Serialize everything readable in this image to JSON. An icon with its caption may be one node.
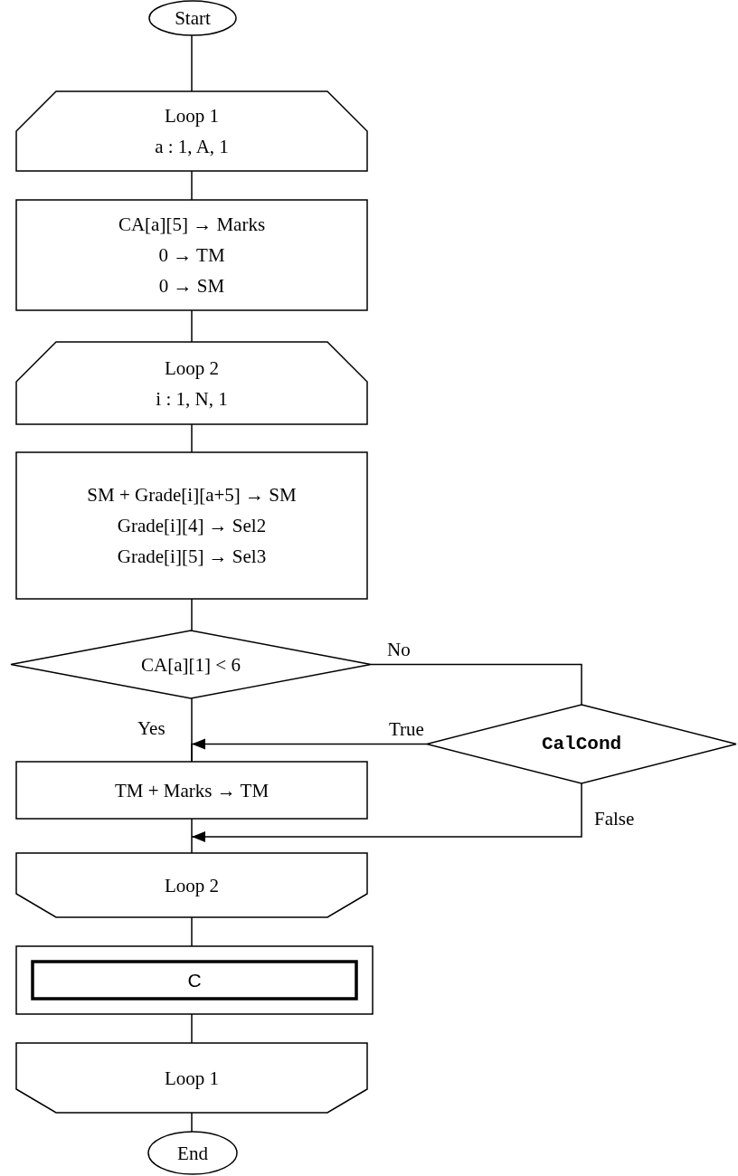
{
  "diagram": {
    "nodes": [
      {
        "text": [
          "Start"
        ]
      },
      {
        "text": [
          "Loop 1",
          "a : 1, A, 1"
        ]
      },
      {
        "text": [
          "CA[a][5] → Marks",
          "0 → TM",
          "0 → SM"
        ]
      },
      {
        "text": [
          "Loop 2",
          "i : 1, N, 1"
        ]
      },
      {
        "text": [
          "SM + Grade[i][a+5] → SM",
          "Grade[i][4] → Sel2",
          "Grade[i][5] → Sel3"
        ]
      },
      {
        "text": [
          "CA[a][1] < 6"
        ]
      },
      {
        "text": [
          "CalCond"
        ]
      },
      {
        "text": [
          "TM + Marks → TM"
        ]
      },
      {
        "text": [
          "Loop 2"
        ]
      },
      {
        "text": [
          "C"
        ]
      },
      {
        "text": [
          "Loop 1"
        ]
      },
      {
        "text": [
          "End"
        ]
      }
    ],
    "edges": [
      {
        "from": 0,
        "to": 1,
        "arrow": "none"
      },
      {
        "from": 1,
        "to": 2,
        "arrow": "none"
      },
      {
        "from": 2,
        "to": 3,
        "arrow": "none"
      },
      {
        "from": 3,
        "to": 4,
        "arrow": "none"
      },
      {
        "from": 4,
        "to": 5,
        "arrow": "none"
      },
      {
        "from": 5,
        "to": 7,
        "label": "Yes",
        "arrow": "none"
      },
      {
        "from": 5,
        "to": 6,
        "label": "No",
        "arrow": "none"
      },
      {
        "from": 6,
        "to": 7,
        "label": "True",
        "arrow": "to"
      },
      {
        "from": 6,
        "to": 8,
        "label": "False",
        "arrow": "to"
      },
      {
        "from": 7,
        "to": 8,
        "arrow": "none"
      },
      {
        "from": 8,
        "to": 9,
        "arrow": "none"
      },
      {
        "from": 9,
        "to": 10,
        "arrow": "none"
      },
      {
        "from": 10,
        "to": 11,
        "arrow": "none"
      }
    ]
  }
}
